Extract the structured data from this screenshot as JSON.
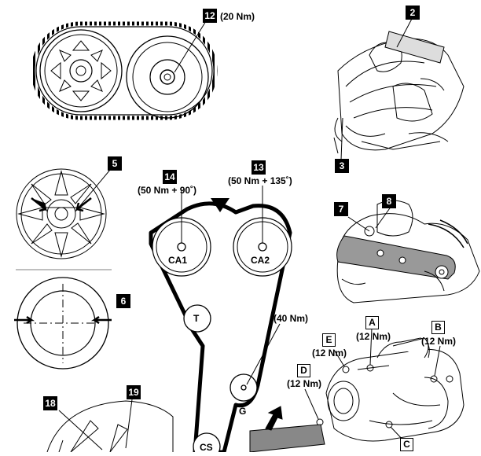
{
  "callouts": {
    "c12": "12",
    "c12_torque": "(20 Nm)",
    "c2": "2",
    "c3": "3",
    "c5": "5",
    "c6": "6",
    "c14": "14",
    "c14_torque": "(50 Nm + 90˚)",
    "c13": "13",
    "c13_torque": "(50 Nm + 135˚)",
    "c7": "7",
    "c8": "8",
    "c18": "18",
    "c19": "19"
  },
  "pulleys": {
    "ca1": "CA1",
    "ca2": "CA2",
    "t": "T",
    "g": "G",
    "cs": "CS",
    "g_torque": "(40 Nm)"
  },
  "bolts": {
    "a": "A",
    "a_torque": "(12 Nm)",
    "b": "B",
    "b_torque": "(12 Nm)",
    "c": "C",
    "d": "D",
    "d_torque": "(12 Nm)",
    "e": "E",
    "e_torque": "(12 Nm)"
  }
}
